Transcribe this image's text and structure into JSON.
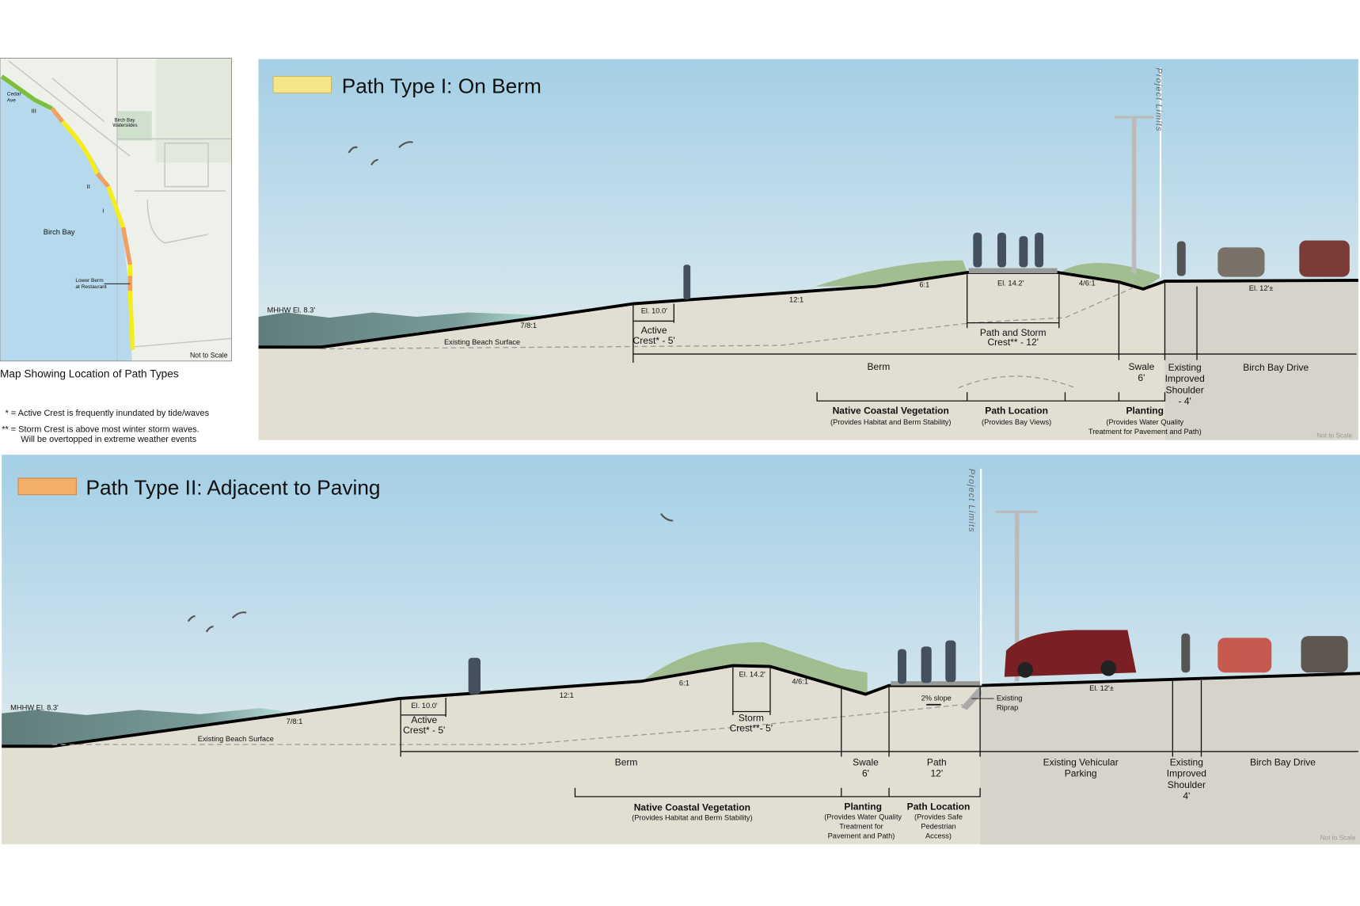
{
  "map": {
    "caption": "Map Showing Location of Path Types",
    "scale_note": "Not to Scale",
    "bay_label": "Birch Bay",
    "lower_berm_label": [
      "Lower Berm",
      "at Restaurant"
    ],
    "cedar_label": [
      "Cedar",
      "Ave"
    ],
    "park_label": [
      "Birch Bay",
      "Waterslides"
    ],
    "section_markers": [
      "III",
      "II",
      "I"
    ],
    "path_colors": {
      "type1": "#f5ec18",
      "type2": "#f0a060",
      "type3": "#7bbf3a"
    },
    "notes": [
      "* = Active Crest is frequently inundated by tide/waves",
      "** = Storm Crest is above most winter storm waves.",
      "Will be overtopped in extreme weather events"
    ]
  },
  "type1": {
    "title": "Path Type I: On Berm",
    "legend_color": "#f5e68a",
    "project_limits": "Project Limits",
    "mhhw": "MHHW El. 8.3'",
    "slope_beach": "7/8:1",
    "beach_surface": "Existing Beach Surface",
    "el_active": "El. 10.0'",
    "active_crest": [
      "Active",
      "Crest* - 5'"
    ],
    "slope_12": "12:1",
    "slope_6": "6:1",
    "el_path": "El. 14.2'",
    "slope_46": "4/6:1",
    "path_storm": [
      "Path and Storm",
      "Crest** - 12'"
    ],
    "el_road": "El. 12'±",
    "berm": "Berm",
    "swale": [
      "Swale",
      "6'"
    ],
    "shoulder": [
      "Existing",
      "Improved",
      "Shoulder",
      "- 4'"
    ],
    "drive": "Birch Bay Drive",
    "veg_title": "Native Coastal Vegetation",
    "veg_sub": "(Provides Habitat and Berm Stability)",
    "path_title": "Path Location",
    "path_sub": "(Provides Bay Views)",
    "plant_title": "Planting",
    "plant_sub": [
      "(Provides Water Quality",
      "Treatment for Pavement and Path)"
    ],
    "not_to_scale": "Not to Scale"
  },
  "type2": {
    "title": "Path Type II: Adjacent to Paving",
    "legend_color": "#f3ae68",
    "project_limits": "Project Limits",
    "mhhw": "MHHW El. 8.3'",
    "slope_beach": "7/8:1",
    "beach_surface": "Existing Beach Surface",
    "el_active": "El. 10.0'",
    "active_crest": [
      "Active",
      "Crest* - 5'"
    ],
    "slope_12": "12:1",
    "slope_6": "6:1",
    "el_crest": "El. 14.2'",
    "slope_46": "4/6:1",
    "storm_crest": [
      "Storm",
      "Crest**- 5'"
    ],
    "slope_2": "2% slope",
    "riprap": [
      "Existing",
      "Riprap"
    ],
    "el_road": "El. 12'±",
    "berm": "Berm",
    "swale": [
      "Swale",
      "6'"
    ],
    "path": [
      "Path",
      "12'"
    ],
    "parking": [
      "Existing Vehicular",
      "Parking"
    ],
    "shoulder": [
      "Existing",
      "Improved",
      "Shoulder",
      "4'"
    ],
    "drive": "Birch Bay Drive",
    "veg_title": "Native Coastal Vegetation",
    "veg_sub": "(Provides Habitat and Berm Stability)",
    "plant_title": "Planting",
    "plant_sub": [
      "(Provides Water Quality",
      "Treatment for",
      "Pavement and Path)"
    ],
    "path_title": "Path Location",
    "path_sub": [
      "(Provides Safe",
      "Pedestrian",
      "Access)"
    ],
    "not_to_scale": "Not to Scale"
  }
}
